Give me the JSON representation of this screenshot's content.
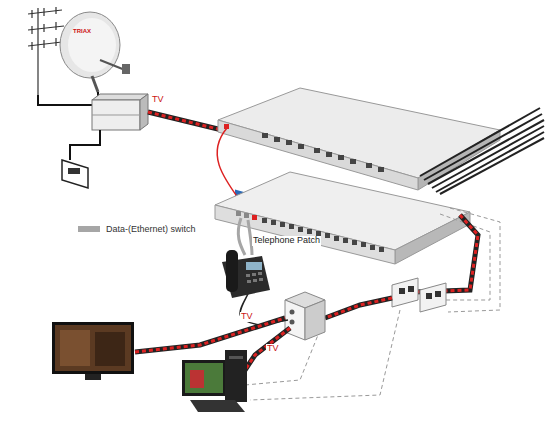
{
  "diagram": {
    "labels": [
      "TRIAX",
      "TV",
      "Telephone Patch",
      "TV",
      "TV"
    ],
    "legend": [
      {
        "text": "Data-(Ethernet) switch",
        "color": "#a6a6a6"
      }
    ]
  }
}
